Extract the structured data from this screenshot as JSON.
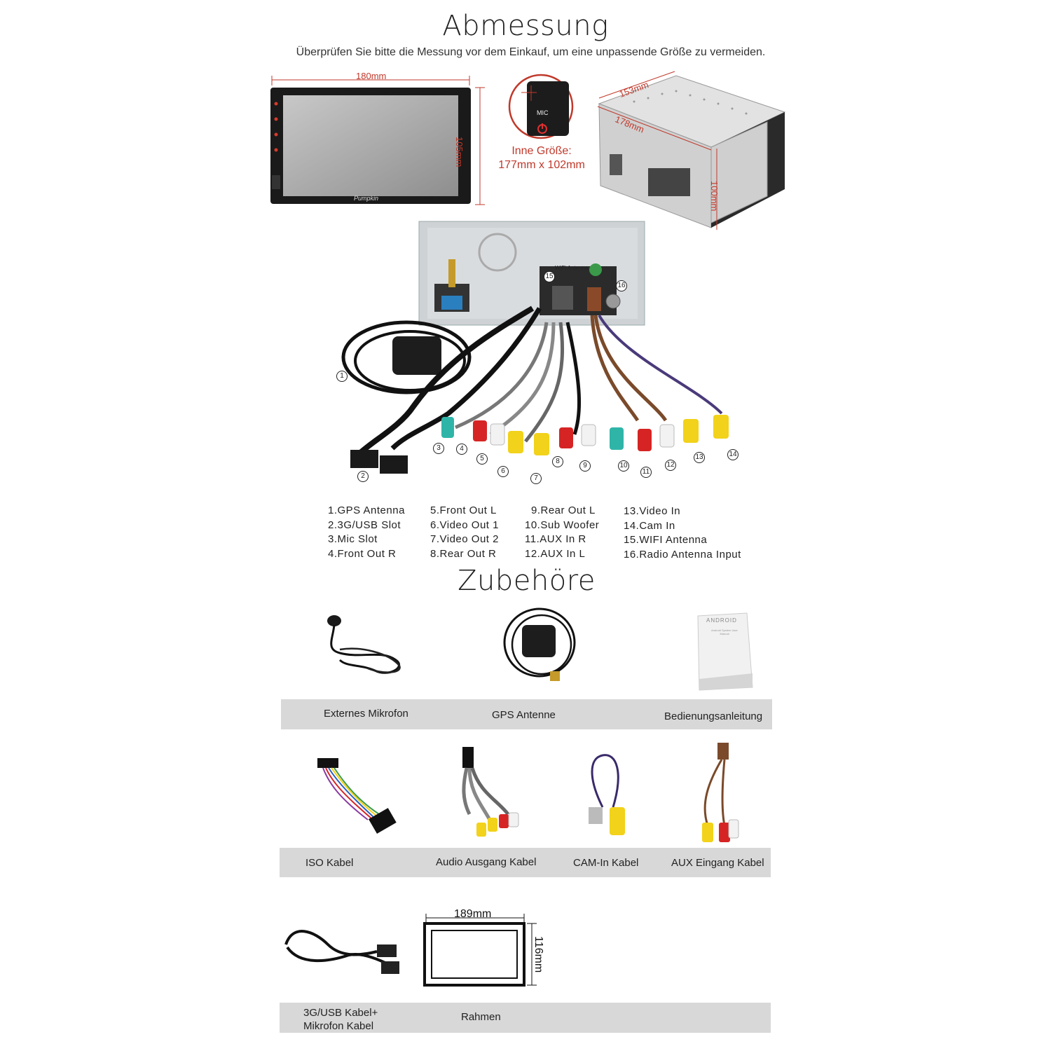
{
  "header": {
    "title": "Abmessung",
    "subtitle": "Überprüfen Sie bitte die Messung vor dem Einkauf,  um eine unpassende Größe zu vermeiden."
  },
  "dimensions": {
    "width": "180mm",
    "height": "105mm",
    "mic_label": "MIC",
    "inner_size_line1": "Inne Größe:",
    "inner_size_line2": "177mm x 102mm",
    "depth_top": "153mm",
    "depth_side": "178mm",
    "depth_height": "100mm",
    "brand": "Pumpkin",
    "wifi_label": "WiFi Antenna"
  },
  "connectors": {
    "numbers": [
      "1",
      "2",
      "3",
      "4",
      "5",
      "6",
      "7",
      "8",
      "9",
      "10",
      "11",
      "12",
      "13",
      "14",
      "15",
      "16"
    ],
    "legend": [
      [
        "1.GPS Antenna",
        "2.3G/USB Slot",
        "3.Mic Slot",
        "4.Front Out R"
      ],
      [
        "5.Front Out L",
        "6.Video Out 1",
        "7.Video Out 2",
        "8.Rear Out R"
      ],
      [
        "9.Rear Out L",
        "10.Sub Woofer",
        "11.AUX In R",
        "12.AUX In L"
      ],
      [
        "13.Video In",
        "14.Cam In",
        "15.WIFI Antenna",
        "16.Radio Antenna Input"
      ]
    ]
  },
  "accessories": {
    "title": "Zubehöre",
    "row1": [
      "Externes Mikrofon",
      "GPS Antenne",
      "Bedienungsanleitung"
    ],
    "row2": [
      "ISO Kabel",
      "Audio Ausgang Kabel",
      "CAM-In Kabel",
      "AUX Eingang Kabel"
    ],
    "row3_item1_line1": "3G/USB Kabel+",
    "row3_item1_line2": "Mikrofon Kabel",
    "row3_item2": "Rahmen",
    "frame_width": "189mm",
    "frame_height": "116mm",
    "manual_brand": "ANDROID",
    "manual_sub": "Android System User Manual"
  },
  "colors": {
    "accent_red": "#c0392b",
    "band_grey": "#d8d8d8",
    "rca_red": "#d62424",
    "rca_white": "#f2f2f2",
    "rca_yellow": "#f2d21a",
    "rca_teal": "#2fb5a8"
  }
}
